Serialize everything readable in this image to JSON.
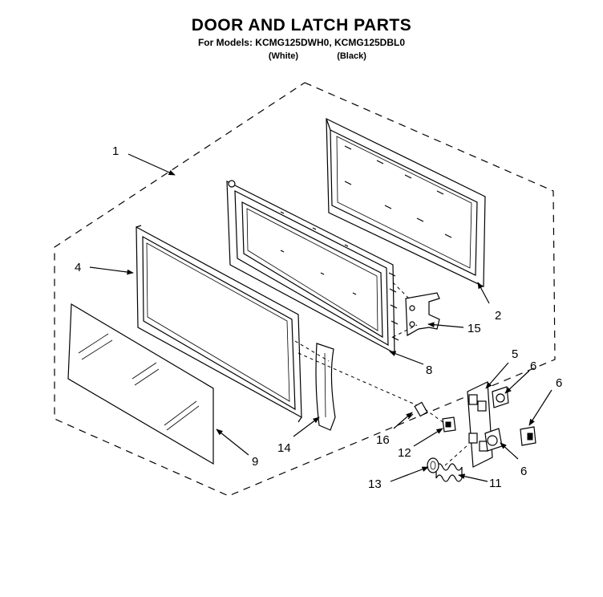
{
  "header": {
    "title": "DOOR AND LATCH PARTS",
    "models_line": "For Models: KCMG125DWH0, KCMG125DBL0",
    "variant_white": "(White)",
    "variant_black": "(Black)"
  },
  "callouts": [
    {
      "id": "1"
    },
    {
      "id": "2"
    },
    {
      "id": "4"
    },
    {
      "id": "5"
    },
    {
      "id": "6a",
      "label": "6"
    },
    {
      "id": "6b",
      "label": "6"
    },
    {
      "id": "6c",
      "label": "6"
    },
    {
      "id": "8"
    },
    {
      "id": "9"
    },
    {
      "id": "11"
    },
    {
      "id": "12"
    },
    {
      "id": "13"
    },
    {
      "id": "14"
    },
    {
      "id": "15"
    },
    {
      "id": "16"
    }
  ],
  "labels": {
    "c1": "1",
    "c2": "2",
    "c4": "4",
    "c5": "5",
    "c6a": "6",
    "c6b": "6",
    "c6c": "6",
    "c8": "8",
    "c9": "9",
    "c11": "11",
    "c12": "12",
    "c13": "13",
    "c14": "14",
    "c15": "15",
    "c16": "16"
  }
}
